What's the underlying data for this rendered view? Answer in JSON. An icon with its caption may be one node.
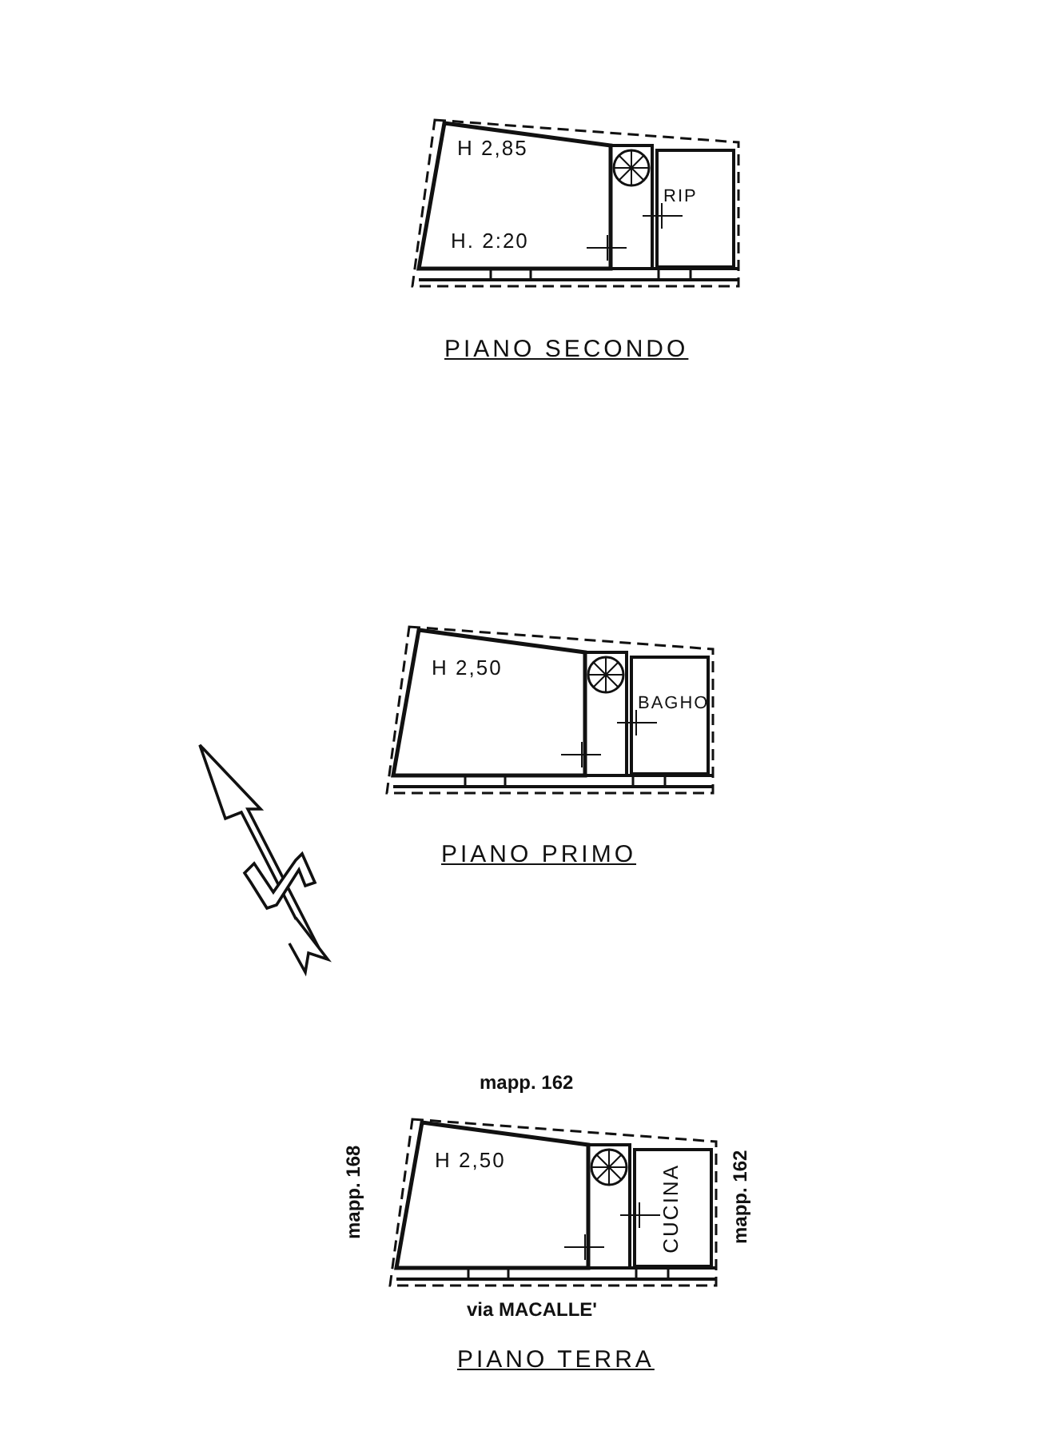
{
  "diagram": {
    "nodes": [
      {
        "text": [
          "H 2,85",
          "H. 2:20"
        ]
      },
      {
        "text": [
          "RIP"
        ]
      },
      {
        "text": [
          "H 2,50"
        ]
      },
      {
        "text": [
          "BAGHO"
        ]
      },
      {
        "text": [
          "H 2,50"
        ]
      },
      {
        "text": [
          "CUCINA"
        ]
      }
    ],
    "labels": [
      "PIANO SECONDO",
      "PIANO PRIMO",
      "mapp. 162",
      "mapp. 168",
      "mapp. 162",
      "via MACALLE'",
      "PIANO TERRA"
    ]
  }
}
